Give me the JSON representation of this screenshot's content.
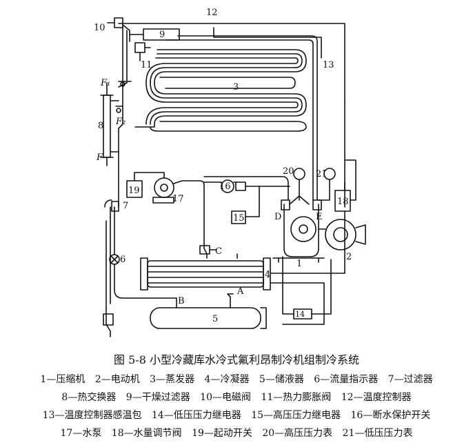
{
  "figure": {
    "title": "图 5-8   小型冷藏库水冷式氟利昂制冷机组制冷系统"
  },
  "labels": {
    "n1": "1",
    "n2": "2",
    "n3": "3",
    "n4": "4",
    "n5": "5",
    "n6": "6",
    "n7": "7",
    "n8": "8",
    "n9": "9",
    "n10": "10",
    "n11": "11",
    "n12": "12",
    "n13": "13",
    "n14": "14",
    "n15": "15",
    "n16": "16",
    "n17": "17",
    "n18": "18",
    "n19": "19",
    "n20": "20",
    "n21": "21",
    "A": "A",
    "B": "B",
    "C": "C",
    "D": "D",
    "E": "E",
    "F": "F",
    "F1": "F₁",
    "F2": "F₂"
  },
  "legend": {
    "row1": [
      "1—压缩机",
      "2—电动机",
      "3—蒸发器",
      "4—冷凝器",
      "5—储液器",
      "6—流量指示器",
      "7—过滤器"
    ],
    "row2": [
      "8—热交换器",
      "9—干燥过滤器",
      "10—电磁阀",
      "11—热力膨胀阀",
      "12—温度控制器"
    ],
    "row3": [
      "13—温度控制器感温包",
      "14—低压压力继电器",
      "15—高压压力继电器",
      "16—断水保护开关"
    ],
    "row4": [
      "17—水泵",
      "18—水量调节阀",
      "19—起动开关",
      "20—高压压力表",
      "21—低压压力表"
    ]
  }
}
